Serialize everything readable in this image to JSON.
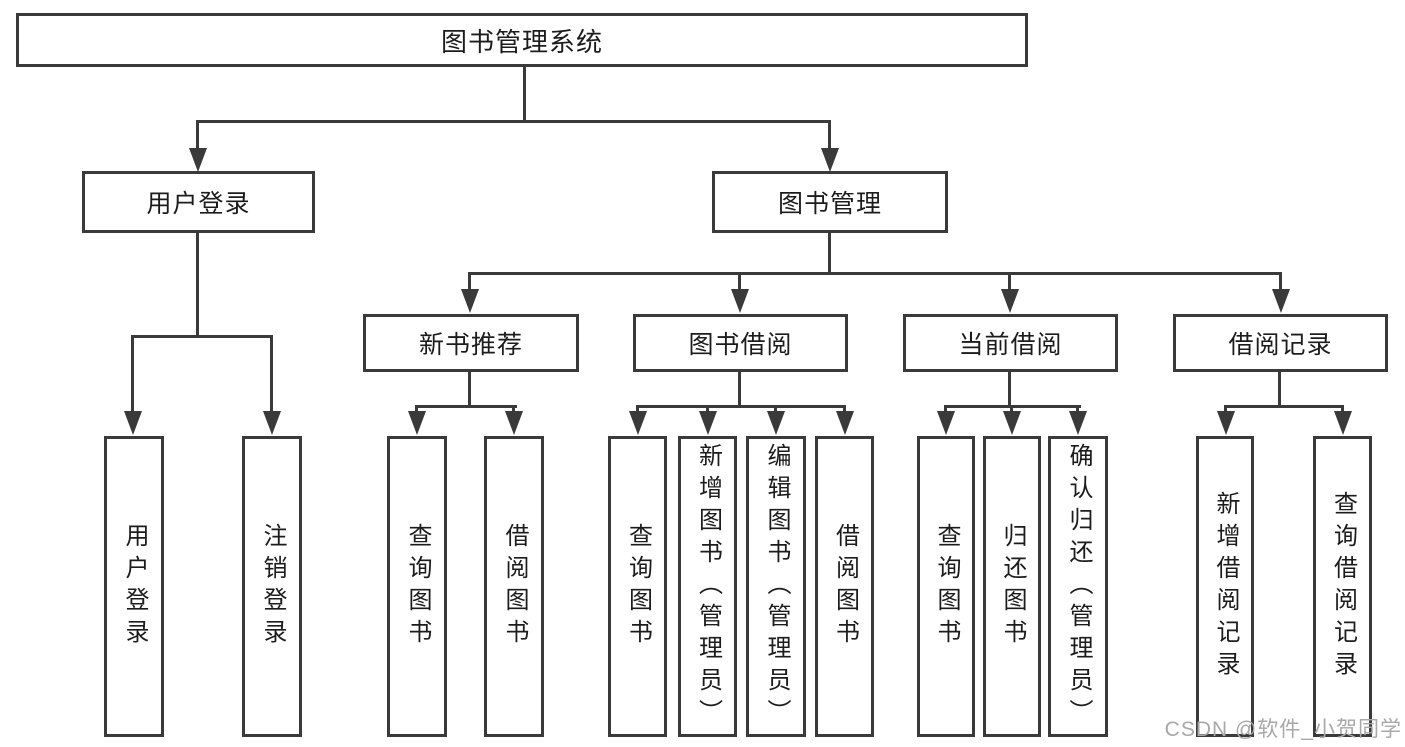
{
  "tree": {
    "label": "图书管理系统",
    "children": [
      {
        "label": "用户登录",
        "children": [
          {
            "label": "用户登录"
          },
          {
            "label": "注销登录"
          }
        ]
      },
      {
        "label": "图书管理",
        "children": [
          {
            "label": "新书推荐",
            "children": [
              {
                "label": "查询图书"
              },
              {
                "label": "借阅图书"
              }
            ]
          },
          {
            "label": "图书借阅",
            "children": [
              {
                "label": "查询图书"
              },
              {
                "label": "新增图书（管理员）"
              },
              {
                "label": "编辑图书（管理员）"
              },
              {
                "label": "借阅图书"
              }
            ]
          },
          {
            "label": "当前借阅",
            "children": [
              {
                "label": "查询图书"
              },
              {
                "label": "归还图书"
              },
              {
                "label": "确认归还（管理员）"
              }
            ]
          },
          {
            "label": "借阅记录",
            "children": [
              {
                "label": "新增借阅记录"
              },
              {
                "label": "查询借阅记录"
              }
            ]
          }
        ]
      }
    ]
  },
  "watermark": "CSDN @软件_小贺同学",
  "colors": {
    "line": "#3a3a3a",
    "text": "#1c1c1c",
    "watermark": "#a8a8a8",
    "bg": "#ffffff"
  }
}
